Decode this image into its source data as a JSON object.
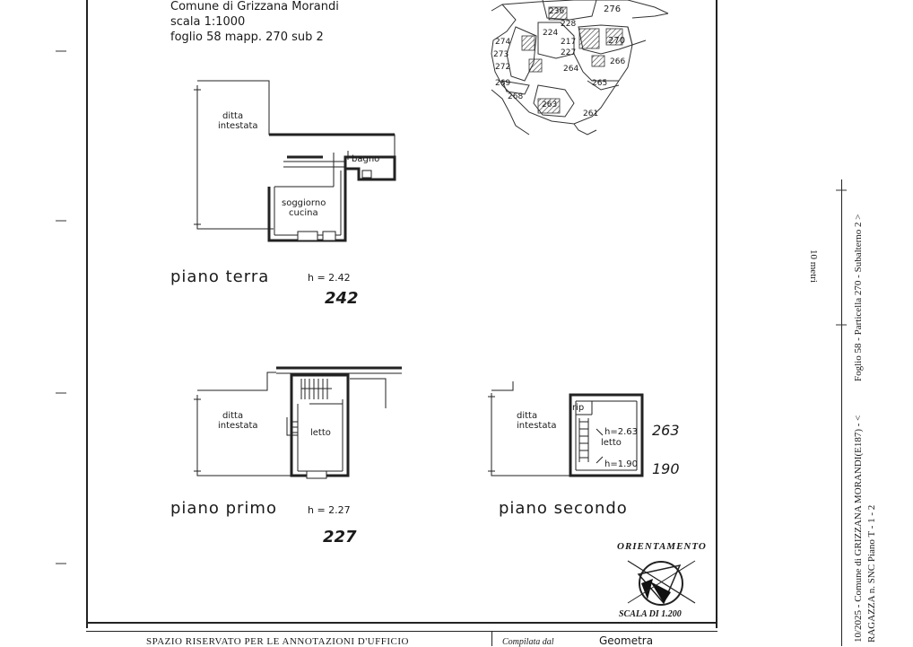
{
  "header": {
    "comune": "Comune di Grizzana Morandi",
    "scala": "scala 1:1000",
    "foglio": "foglio 58 mapp. 270 sub 2"
  },
  "map_labels": [
    "276",
    "236",
    "228",
    "224",
    "274",
    "217",
    "227",
    "273",
    "270",
    "272",
    "266",
    "264",
    "269",
    "268",
    "265",
    "263",
    "261"
  ],
  "plans": {
    "terra": {
      "room1": "soggiorno",
      "room2": "cucina",
      "bath": "bagno",
      "ditta1": "ditta",
      "ditta2": "intestata",
      "title": "piano terra",
      "height": "h = 2.42",
      "height_hand": "242"
    },
    "primo": {
      "room": "letto",
      "ditta1": "ditta",
      "ditta2": "intestata",
      "title": "piano primo",
      "height": "h = 2.27",
      "height_hand": "227"
    },
    "secondo": {
      "rip": "rip",
      "h1": "h=2.63",
      "room": "letto",
      "h2": "h=1.90",
      "ditta1": "ditta",
      "ditta2": "intestata",
      "title": "piano secondo",
      "hand1": "263",
      "hand2": "190"
    }
  },
  "compass": {
    "title": "ORIENTAMENTO",
    "scale": "SCALA DI 1.200"
  },
  "side": {
    "meters": "10 metri",
    "line1": "Foglio 58 - Particella 270 - Subalterno 2 >",
    "line2": "10/2025 - Comune di GRIZZANA MORANDI(E187) - <",
    "line3": "RAGAZZA n. SNC Piano T - 1 - 2"
  },
  "footer": {
    "spazio": "SPAZIO RISERVATO PER LE ANNOTAZIONI D'UFFICIO",
    "compilata": "Compilata dal",
    "geometra": "Geometra"
  }
}
